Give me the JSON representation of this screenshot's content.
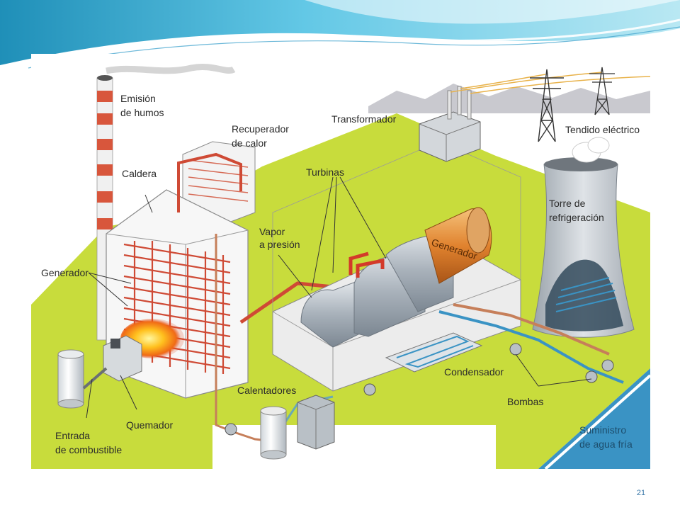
{
  "labels": {
    "emision_1": "Emisión",
    "emision_2": "de humos",
    "recuperador_1": "Recuperador",
    "recuperador_2": "de calor",
    "caldera": "Caldera",
    "generador_caldera": "Generador",
    "vapor_1": "Vapor",
    "vapor_2": "a presión",
    "turbinas": "Turbinas",
    "transformador": "Transformador",
    "tendido": "Tendido eléctrico",
    "torre_1": "Torre de",
    "torre_2": "refrigeración",
    "generador_turbina": "Generador",
    "condensador": "Condensador",
    "bombas": "Bombas",
    "calentadores": "Calentadores",
    "quemador": "Quemador",
    "entrada_1": "Entrada",
    "entrada_2": "de combustible",
    "suministro_1": "Suministro",
    "suministro_2": "de agua fría"
  },
  "page_number": "21",
  "colors": {
    "ground": "#c8dc3c",
    "pipe_red": "#c8503a",
    "water": "#3a93c4",
    "accent_orange": "#e07a2a",
    "header_teal": "#5bc0de"
  }
}
